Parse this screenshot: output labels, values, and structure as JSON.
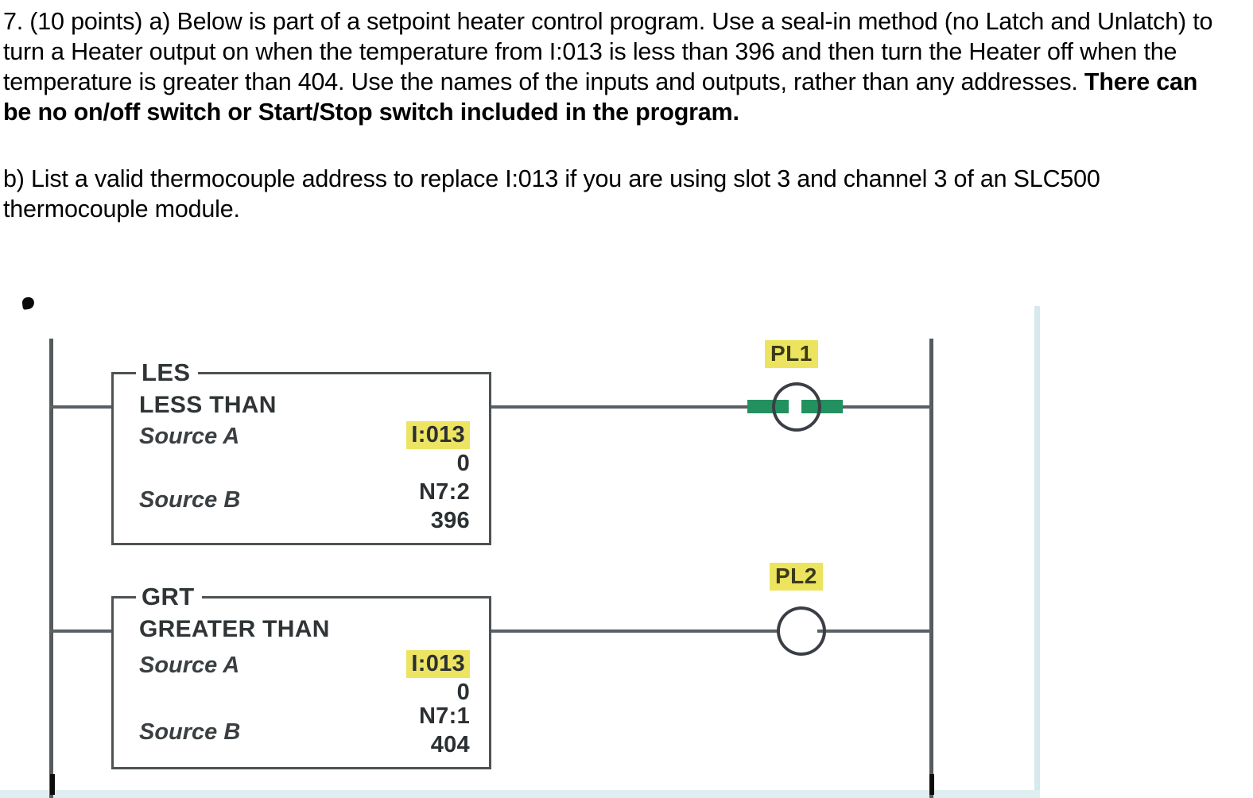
{
  "question": {
    "part_a": {
      "segments": [
        {
          "text": "7. (10 points) a) Below is part of a setpoint heater control program.  Use a seal-in method (no Latch and Unlatch) to turn a Heater output on when the temperature from I:013 is less than 396 and then turn the Heater off when the temperature is greater than 404.  Use the names of the inputs and outputs, rather than any addresses. ",
          "bold": false
        },
        {
          "text": "There can be no on/off switch or Start/Stop switch included in the program.",
          "bold": true
        }
      ]
    },
    "part_b": {
      "segments": [
        {
          "text": "b) List a valid thermocouple address to replace I:013 if you are using slot 3 and channel 3 of an SLC500 thermocouple module.",
          "bold": false
        }
      ]
    }
  },
  "ladder": {
    "rungs": [
      {
        "id": "rung-1",
        "instruction": {
          "mnemonic": "LES",
          "title": "LESS THAN",
          "operands": [
            {
              "label": "Source A",
              "address": "I:013",
              "value": "0",
              "highlighted": true
            },
            {
              "label": "Source B",
              "address": "N7:2",
              "value": "396",
              "highlighted": false
            }
          ]
        },
        "output": {
          "type": "coil",
          "label": "PL1",
          "energized": true
        }
      },
      {
        "id": "rung-2",
        "instruction": {
          "mnemonic": "GRT",
          "title": "GREATER THAN",
          "operands": [
            {
              "label": "Source A",
              "address": "I:013",
              "value": "0",
              "highlighted": true
            },
            {
              "label": "Source B",
              "address": "N7:1",
              "value": "404",
              "highlighted": false
            }
          ]
        },
        "output": {
          "type": "coil",
          "label": "PL2",
          "energized": false
        }
      }
    ]
  },
  "colors": {
    "highlight_yellow": "#ece462",
    "energized_green": "#23915f",
    "rail_gray": "#555a5d",
    "box_border": "#4d5255",
    "page_edge_blue": "#d6e9ec"
  }
}
